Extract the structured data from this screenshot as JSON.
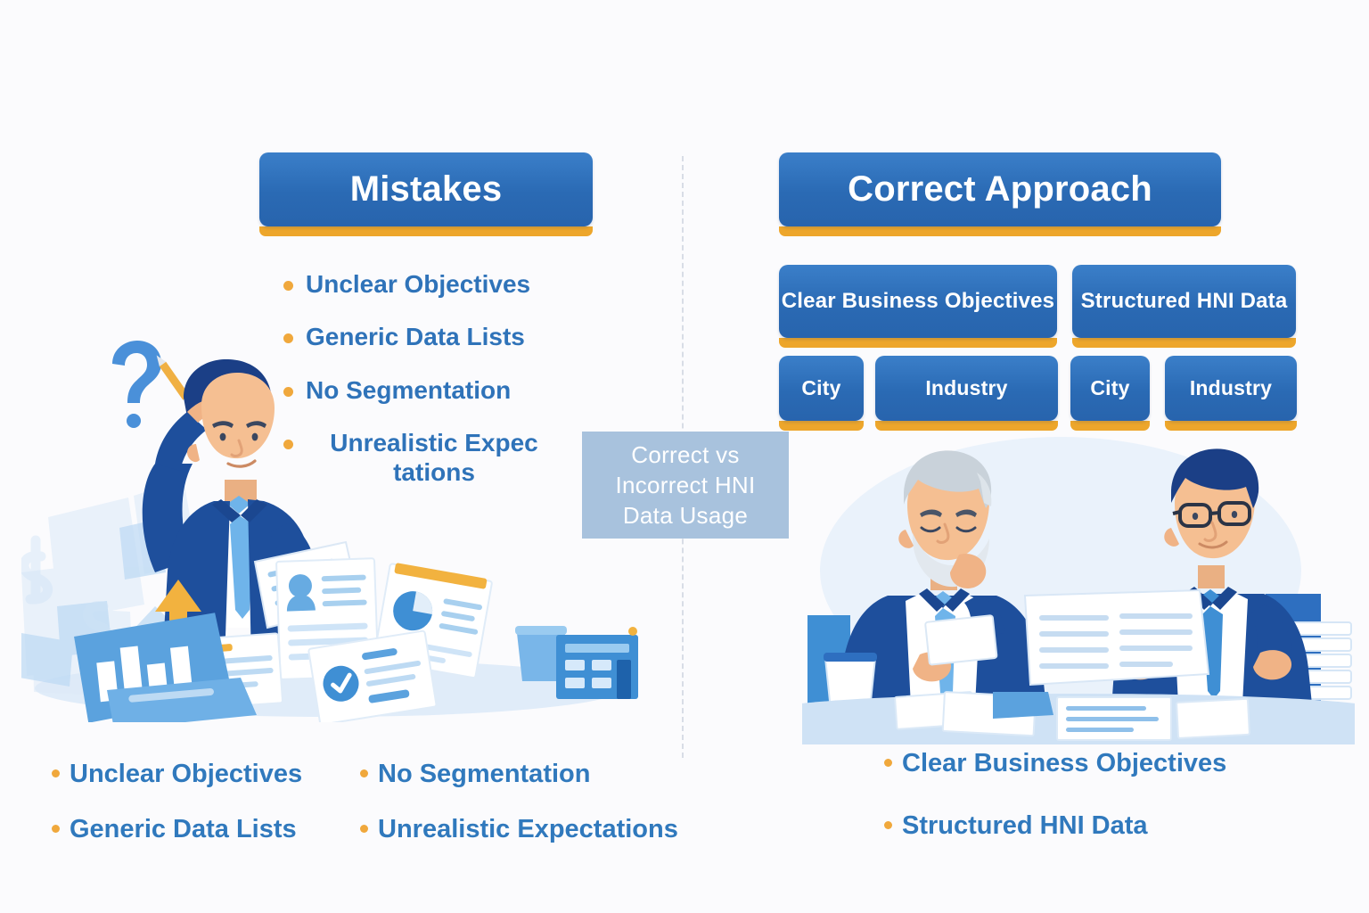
{
  "theme": {
    "background": "#fbfbfd",
    "brand_blue": "#2a6ab4",
    "accent_orange": "#eda62b",
    "text_blue": "#2f73b9",
    "caption_bg": "#a8c2dd",
    "bullet_dot": "#f0a83c",
    "divider": "#d8dde6"
  },
  "left_panel": {
    "header": "Mistakes",
    "bullets": [
      "Unclear Objectives",
      "Generic Data Lists",
      "No Segmentation",
      "Unrealistic Expec"
    ],
    "bullet_4_wrap": "tations",
    "illustration": "confused-businessman-with-scattered-papers"
  },
  "right_panel": {
    "header": "Correct Approach",
    "boxes_row1": [
      "Clear Business Objectives",
      "Structured HNI Data"
    ],
    "boxes_row2": [
      "City",
      "Industry",
      "City",
      "Industry"
    ],
    "illustration": "two-businessmen-reviewing-documents"
  },
  "caption": {
    "line1": "Correct vs",
    "line2": "Incorrect HNI",
    "line3": "Data Usage",
    "full": "Correct vs Incorrect HNI Data Usage"
  },
  "footer": {
    "left_column_1": "Unclear Objectives",
    "left_column_2": "Generic Data Lists",
    "middle_column_1": "No Segmentation",
    "middle_column_2": "Unrealistic Expectations",
    "right_column_1": "Clear Business Objectives",
    "right_column_2": "Structured HNI Data"
  }
}
